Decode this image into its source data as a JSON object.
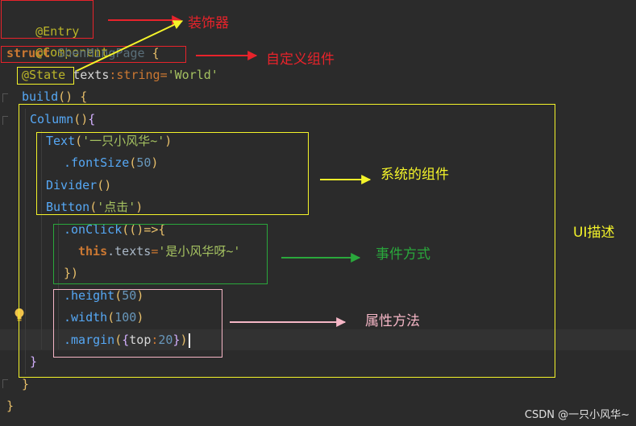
{
  "code": {
    "decorator_entry": "@Entry",
    "decorator_component": "@Component",
    "kw_struct": "struct",
    "struct_name": "ShenMingPage",
    "open_brace": "{",
    "state_decorator": "@State",
    "state_var": "texts",
    "state_colon": ":",
    "state_type": "string",
    "state_eq": "=",
    "state_value": "'World'",
    "build_name": "build",
    "build_parens": "()",
    "column_name": "Column",
    "column_parens": "()",
    "text_name": "Text",
    "text_arg": "'一只小风华~'",
    "fontsize_name": ".fontSize",
    "fontsize_value": "50",
    "divider_name": "Divider",
    "divider_parens": "()",
    "button_name": "Button",
    "button_arg": "'点击'",
    "onclick_name": ".onClick",
    "onclick_arrow": "(()=>{",
    "this_kw": "this",
    "this_prop": ".texts",
    "this_eq": "=",
    "this_value": "'是小风华呀~'",
    "onclick_close": "})",
    "height_name": ".height",
    "height_value": "50",
    "width_name": ".width",
    "width_value": "100",
    "margin_name": ".margin",
    "margin_key": "top",
    "margin_value": "20",
    "close_brace": "}"
  },
  "annotations": {
    "decorator": "装饰器",
    "custom_component": "自定义组件",
    "system_component": "系统的组件",
    "event_method": "事件方式",
    "attribute_method": "属性方法",
    "ui_description": "UI描述"
  },
  "colors": {
    "red": "#e8232b",
    "yellow": "#f4f42a",
    "green": "#2aa83c",
    "pink": "#f5b6c6"
  },
  "icons": {
    "bulb": "lightbulb-icon"
  },
  "watermark": "CSDN @一只小风华~"
}
